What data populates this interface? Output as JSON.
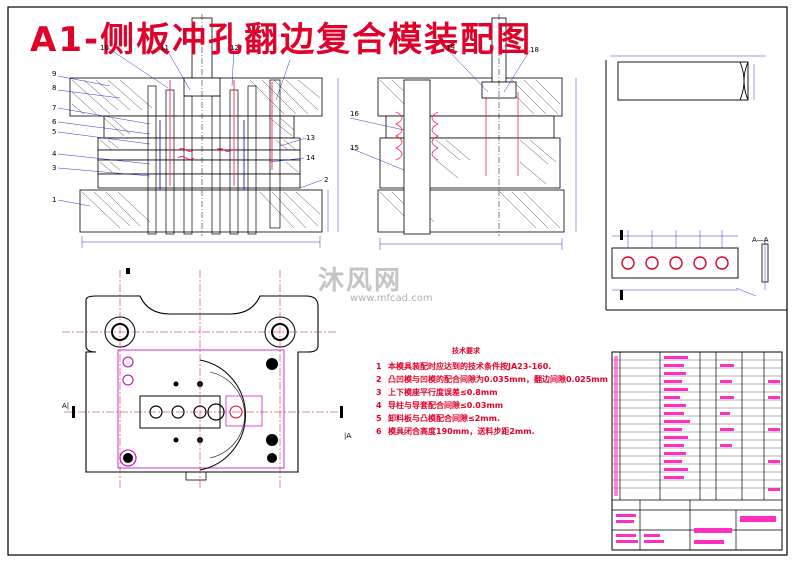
{
  "title": "A1-侧板冲孔翻边复合模装配图",
  "watermark": {
    "brand": "沐风网",
    "url": "www.mfcad.com"
  },
  "part_numbers": {
    "front_left": [
      "9",
      "8",
      "7",
      "6",
      "5",
      "4",
      "3",
      "1"
    ],
    "front_top": [
      "10",
      "11",
      "12"
    ],
    "front_right": [
      "13",
      "14",
      "2"
    ],
    "side_left": [
      "16",
      "15"
    ],
    "side_top": [
      "19",
      "18"
    ]
  },
  "section_labels": {
    "a_left": "A|",
    "a_right": "|A",
    "a_view": "A—A"
  },
  "notes": {
    "heading": "技术要求",
    "items": [
      {
        "n": "1",
        "text": "本模具装配时应达到的技术条件按JA23-160."
      },
      {
        "n": "2",
        "text": "凸凹模与凹模的配合间隙为0.035mm，翻边间隙0.025mm"
      },
      {
        "n": "3",
        "text": "上下模座平行度误差≤0.8mm"
      },
      {
        "n": "4",
        "text": "导柱与导套配合间隙≤0.03mm"
      },
      {
        "n": "5",
        "text": "卸料板与凸模配合间隙≤2mm."
      },
      {
        "n": "6",
        "text": "模具闭合高度190mm，送料步距2mm."
      }
    ]
  },
  "colors": {
    "title": "#e0002a",
    "line": "#000000",
    "magenta": "#c000c0",
    "pink": "#ff30c0",
    "blue": "#0000cc",
    "red": "#e0002a"
  }
}
